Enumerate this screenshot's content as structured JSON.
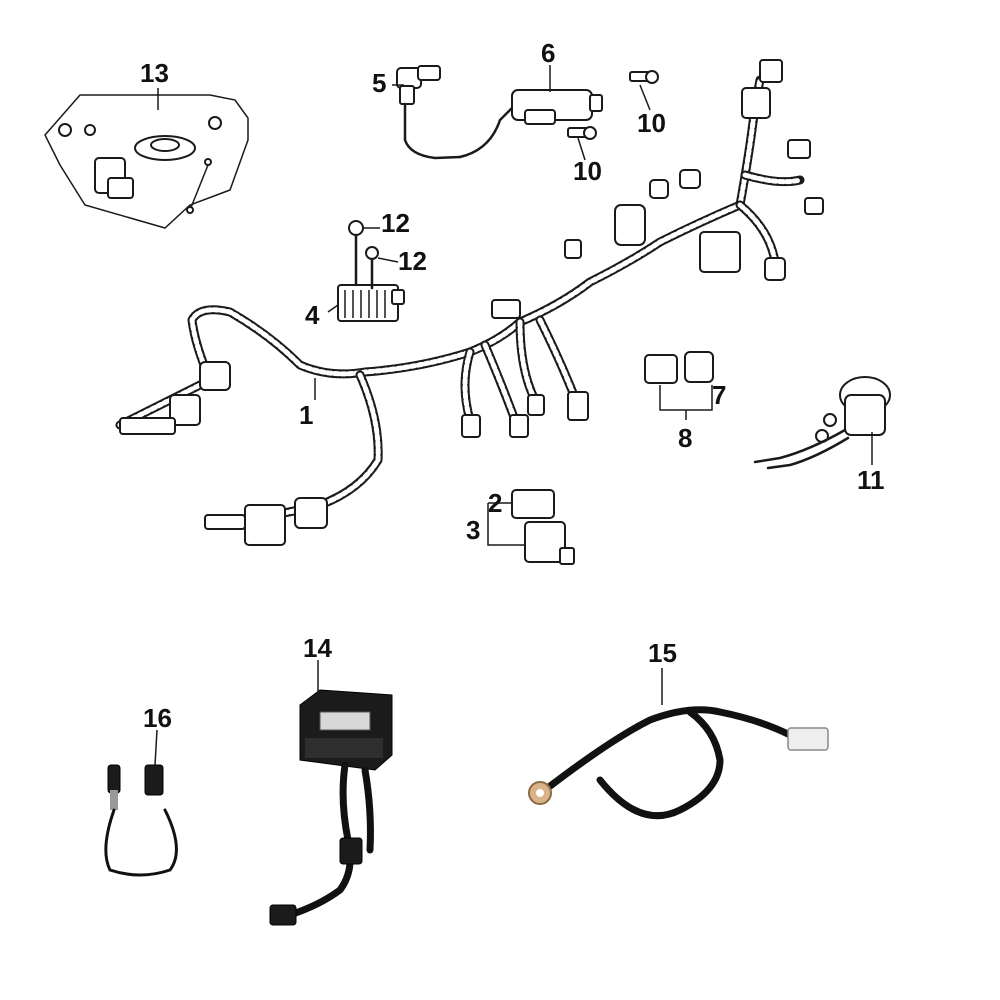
{
  "callouts": {
    "c1": "1",
    "c2": "2",
    "c3": "3",
    "c4": "4",
    "c5": "5",
    "c6": "6",
    "c7": "7",
    "c8": "8",
    "c10a": "10",
    "c10b": "10",
    "c11": "11",
    "c12a": "12",
    "c12b": "12",
    "c13": "13",
    "c14": "14",
    "c15": "15",
    "c16": "16"
  },
  "parts": [
    {
      "ref": "1",
      "icon": "main-wire-harness-icon"
    },
    {
      "ref": "2",
      "icon": "relay-icon"
    },
    {
      "ref": "3",
      "icon": "relay-assembly-icon"
    },
    {
      "ref": "4",
      "icon": "regulator-rectifier-icon"
    },
    {
      "ref": "5",
      "icon": "spark-plug-cap-icon"
    },
    {
      "ref": "6",
      "icon": "ignition-coil-icon"
    },
    {
      "ref": "7",
      "icon": "flasher-relay-icon"
    },
    {
      "ref": "8",
      "icon": "relay-pair-icon"
    },
    {
      "ref": "10",
      "icon": "bolt-icon"
    },
    {
      "ref": "11",
      "icon": "ignition-switch-icon"
    },
    {
      "ref": "12",
      "icon": "screw-icon"
    },
    {
      "ref": "13",
      "icon": "lock-set-icon"
    },
    {
      "ref": "14",
      "icon": "ecu-module-icon"
    },
    {
      "ref": "15",
      "icon": "ground-cable-icon"
    },
    {
      "ref": "16",
      "icon": "oxygen-sensor-icon"
    }
  ]
}
